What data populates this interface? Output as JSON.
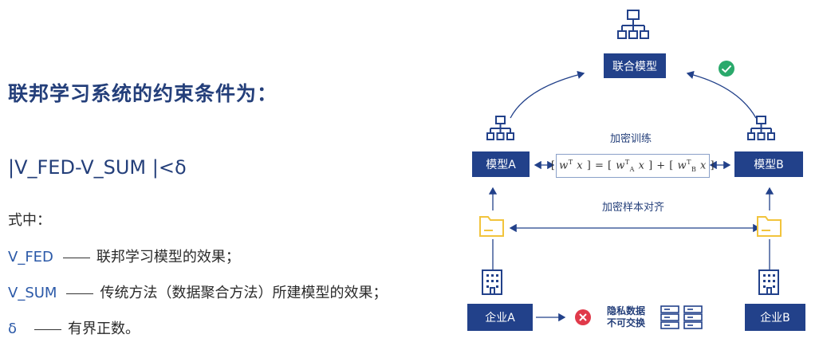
{
  "left": {
    "title": "联邦学习系统的约束条件为：",
    "formula": "|V_FED-V_SUM |<δ",
    "where": "式中：",
    "defs": [
      {
        "term": "V_FED",
        "desc": "联邦学习模型的效果；"
      },
      {
        "term": "V_SUM",
        "desc": "传统方法（数据聚合方法）所建模型的效果；"
      },
      {
        "term": "δ",
        "desc": "有界正数。"
      }
    ]
  },
  "diagram": {
    "fed_model": "联合模型",
    "model_a": "模型A",
    "model_b": "模型B",
    "encrypted_training": "加密训练",
    "encrypted_alignment": "加密样本对齐",
    "enterprise_a": "企业A",
    "enterprise_b": "企业B",
    "privacy_line1": "隐私数据",
    "privacy_line2": "不可交换",
    "equation": {
      "w": "w",
      "T": "T",
      "x": "x",
      "A": "A",
      "B": "B"
    }
  },
  "colors": {
    "navy": "#22418a",
    "title": "#243f7a",
    "green": "#2aa96b",
    "red": "#e03a4a",
    "folder": "#f2c43c"
  },
  "icons": [
    "network-icon",
    "check-icon",
    "folder-icon",
    "building-icon",
    "cross-icon",
    "server-icon"
  ]
}
